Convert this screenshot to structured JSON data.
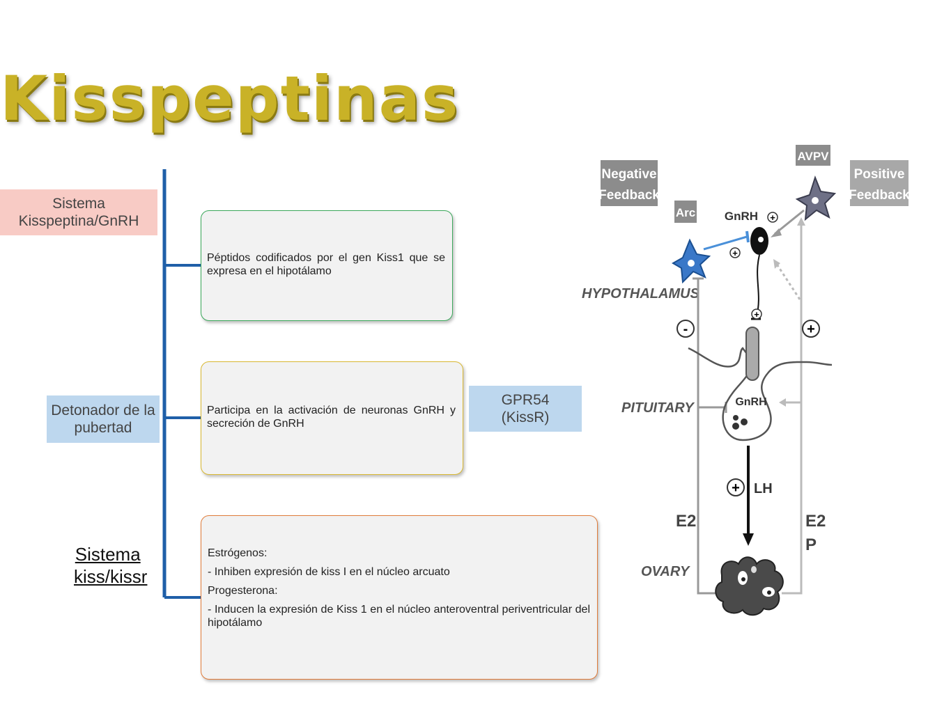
{
  "title": "Kisspeptinas",
  "left_labels": {
    "sistema_kisspeptina": "Sistema Kisspeptina/GnRH",
    "detonador": "Detonador de la pubertad",
    "sistema_kiss_line1": "Sistema",
    "sistema_kiss_line2": "kiss/kissr"
  },
  "boxes": {
    "box1": "Péptidos codificados por el gen Kiss1 que se expresa en el hipotálamo",
    "box2": "Participa en la activación de neuronas GnRH y secreción de GnRH",
    "box3_lines": [
      "Estrógenos:",
      "- Inhiben expresión de kiss I en el núcleo arcuato",
      "Progesterona:",
      "- Inducen la expresión de Kiss 1 en el núcleo anteroventral periventricular del hipotálamo"
    ]
  },
  "receptor_label": "GPR54 (KissR)",
  "figure": {
    "negative_feedback": [
      "Negative",
      "Feedback"
    ],
    "positive_feedback": [
      "Positive",
      "Feedback"
    ],
    "avpv": "AVPV",
    "arc": "Arc",
    "gnrh_top": "GnRH",
    "gnrh_pit": "GnRH",
    "hypothalamus": "HYPOTHALAMUS",
    "pituitary": "PITUITARY",
    "ovary": "OVARY",
    "lh": "LH",
    "e2_left": "E2",
    "e2_right": "E2",
    "p_right": "P",
    "minus": "-",
    "plus": "+"
  },
  "colors": {
    "title": "#c9b227",
    "pink": "#f8cbc5",
    "blue_label": "#bdd7ee",
    "tree": "#1f5fa8",
    "box1_border": "#3aa85a",
    "box2_border": "#d9b830",
    "box3_border": "#e07b39"
  }
}
